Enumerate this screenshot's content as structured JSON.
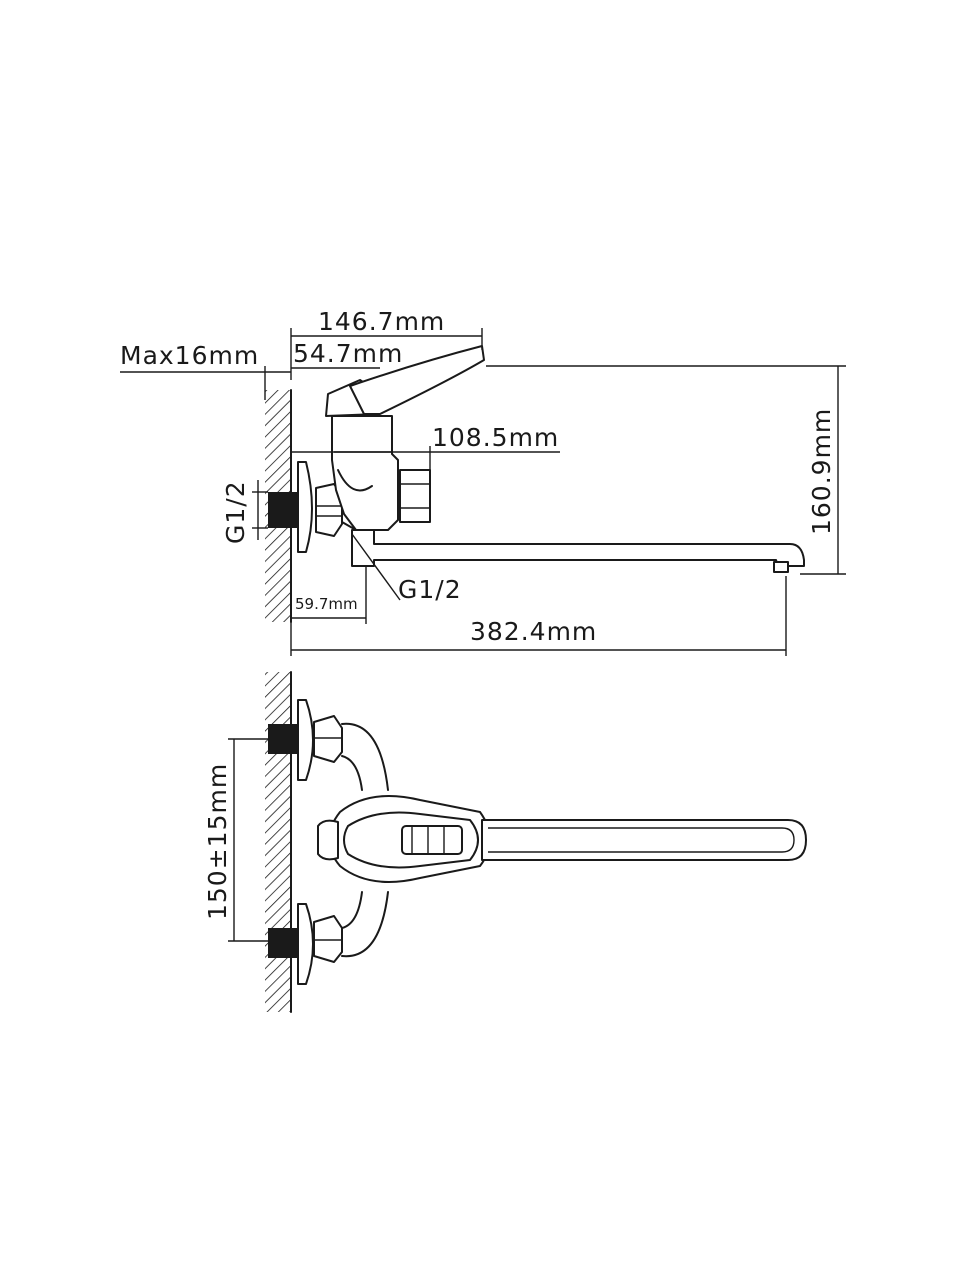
{
  "drawing": {
    "dimensions": {
      "overall_handle": "146.7mm",
      "wall_to_handle": "54.7mm",
      "max_wall": "Max16mm",
      "body_depth": "108.5mm",
      "height": "160.9mm",
      "inlet_thread": "G1/2",
      "outlet_thread": "G1/2",
      "eccentric": "59.7mm",
      "spout_reach": "382.4mm",
      "center_distance": "150±15mm"
    }
  }
}
